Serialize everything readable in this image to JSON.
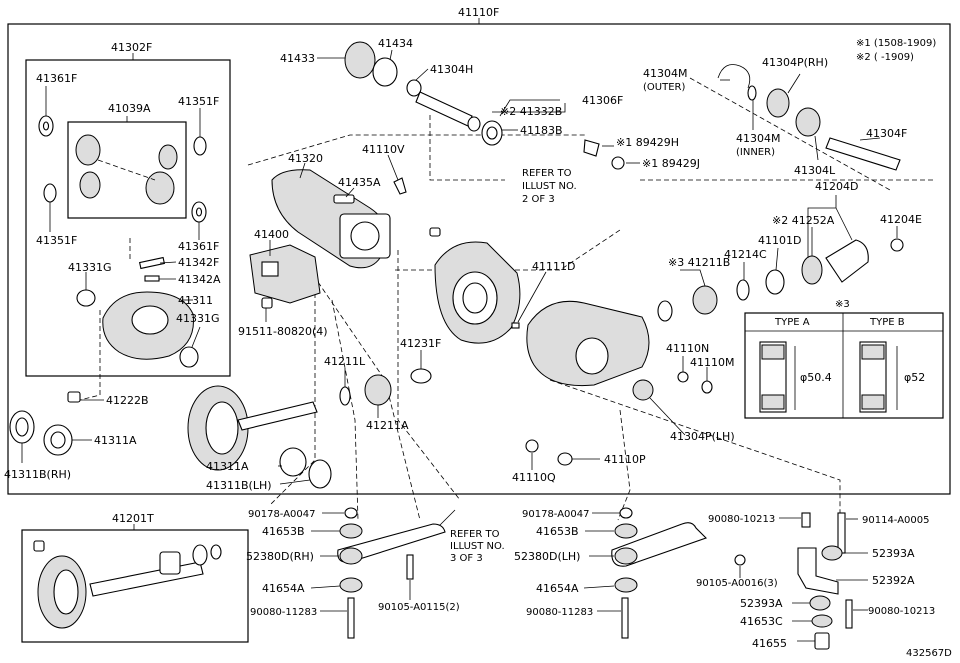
{
  "notes": {
    "line1": "※1 (1508-1909)",
    "line2": "※2 (     -1909)",
    "type_a_label": "TYPE A",
    "type_b_label": "TYPE B",
    "dim_a": "φ50.4",
    "dim_b": "φ52",
    "type_box_mark": "※3"
  },
  "refer1": [
    "REFER TO",
    "ILLUST NO.",
    "2 OF 3"
  ],
  "refer2": [
    "REFER TO",
    "ILLUST NO.",
    "3 OF 3"
  ],
  "figure_number": "432567D",
  "parts": {
    "p41110F": "41110F",
    "p41302F": "41302F",
    "p41361F_a": "41361F",
    "p41039A": "41039A",
    "p41351F_a": "41351F",
    "p41351F_b": "41351F",
    "p41361F_b": "41361F",
    "p41342F": "41342F",
    "p41342A": "41342A",
    "p41331G_a": "41331G",
    "p41311": "41311",
    "p41331G_b": "41331G",
    "p41222B": "41222B",
    "p41311A_a": "41311A",
    "p41311B_rh": "41311B(RH)",
    "p41433": "41433",
    "p41434": "41434",
    "p41304H": "41304H",
    "p41306F": "41306F",
    "p41332B": "※2 41332B",
    "p41183B": "41183B",
    "p41320": "41320",
    "p41110V": "41110V",
    "p41435A": "41435A",
    "p41400": "41400",
    "p91511": "91511-80820(4)",
    "p189429H": "※1 89429H",
    "p189429J": "※1 89429J",
    "p41304M_outer": "41304M",
    "outer_label": "(OUTER)",
    "p41304M_inner": "41304M",
    "inner_label": "(INNER)",
    "p41304P_rh": "41304P(RH)",
    "p41304F": "41304F",
    "p41304L": "41304L",
    "p41204D": "41204D",
    "p41252A": "※2 41252A",
    "p41204E": "41204E",
    "p41211B": "※3 41211B",
    "p41214C": "41214C",
    "p41101D": "41101D",
    "p41111D": "41111D",
    "p41231F": "41231F",
    "p41211L": "41211L",
    "p41211A": "41211A",
    "p41110N": "41110N",
    "p41110M": "41110M",
    "p41304P_lh": "41304P(LH)",
    "p41110Q": "41110Q",
    "p41110P": "41110P",
    "p41311A_b": "41311A",
    "p41311B_lh": "41311B(LH)",
    "p41201T": "41201T",
    "p90178_a": "90178-A0047",
    "p41653B_a": "41653B",
    "p52380D_rh": "52380D(RH)",
    "p41654A_a": "41654A",
    "p90080_11283_a": "90080-11283",
    "p90105_a0115": "90105-A0115(2)",
    "p90178_b": "90178-A0047",
    "p41653B_b": "41653B",
    "p52380D_lh": "52380D(LH)",
    "p41654A_b": "41654A",
    "p90080_11283_b": "90080-11283",
    "p90080_10213_a": "90080-10213",
    "p90114": "90114-A0005",
    "p52393A_a": "52393A",
    "p90105_a0016": "90105-A0016(3)",
    "p52392A": "52392A",
    "p52393A_b": "52393A",
    "p90080_10213_b": "90080-10213",
    "p41653C": "41653C",
    "p41655": "41655"
  }
}
